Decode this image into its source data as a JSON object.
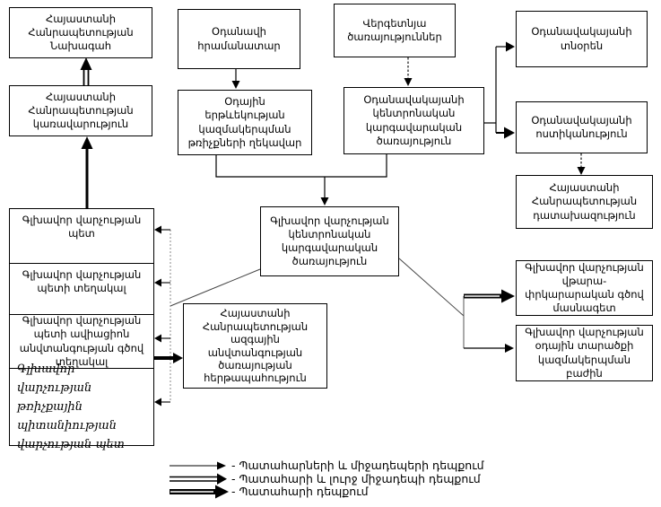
{
  "boxes": {
    "president": {
      "label": "Հայաստանի\nՀանրապետության\nՆախագահ"
    },
    "government": {
      "label": "Հայաստանի\nՀանրապետության\nկառավարություն"
    },
    "chief_head": {
      "label": "Գլխավոր վարչության\nպետ"
    },
    "chief_deputy": {
      "label": "Գլխավոր վարչության\nպետի տեղակալ"
    },
    "chief_aviation_security_deputy": {
      "label": "Գլխավոր վարչության\nպետի ավիացիոն\nանվտանգության գծով\nտեղակալ"
    },
    "airworthiness_head": {
      "label": "Գլխավոր վարչության\nթռիչքային\nպիտանիության\nվարչության պետ"
    },
    "aircraft_commander": {
      "label": "Օդանավի\nհրամանատար"
    },
    "atc_flight_chief": {
      "label": "Օդային\nերթևեկության\nկազմակերպման\nթռիչքների ղեկավար"
    },
    "ground_services": {
      "label": "Վերգետնյա\nծառայություններ"
    },
    "airport_dispatch": {
      "label": "Օդանավակայանի\nկենտրոնական\nկարգավարական\nծառայություն"
    },
    "airport_director": {
      "label": "Օդանավակայանի\nտնօրեն"
    },
    "airport_police": {
      "label": "Օդանավակայանի\nոստիկանություն"
    },
    "prosecutor": {
      "label": "Հայաստանի\nՀանրապետության\nդատախազություն"
    },
    "rescue_specialist": {
      "label": "Գլխավոր վարչության\nվթարա-\nփրկարարական գծով\nմասնագետ"
    },
    "airspace_division": {
      "label": "Գլխավոր վարչության\nօդային տարածքի\nկազմակերպման\nբաժին"
    },
    "central_dispatch": {
      "label": "Գլխավոր վարչության\nկենտրոնական\nկարգավարական\nծառայություն"
    },
    "nss_duty": {
      "label": "Հայաստանի\nՀանրապետության\nազգային\nանվտանգության\nծառայության\nհերթապահություն"
    }
  },
  "legend": {
    "items": [
      {
        "arrow_style": "thin",
        "label": "- Պատահարների և միջադեպերի դեպքում"
      },
      {
        "arrow_style": "double",
        "label": "- Պատահարի և լուրջ միջադեպի դեպքում"
      },
      {
        "arrow_style": "thick",
        "label": "- Պատահարի դեպքում"
      }
    ]
  },
  "colors": {
    "line": "#000000",
    "box_border": "#000000",
    "background": "#ffffff"
  }
}
